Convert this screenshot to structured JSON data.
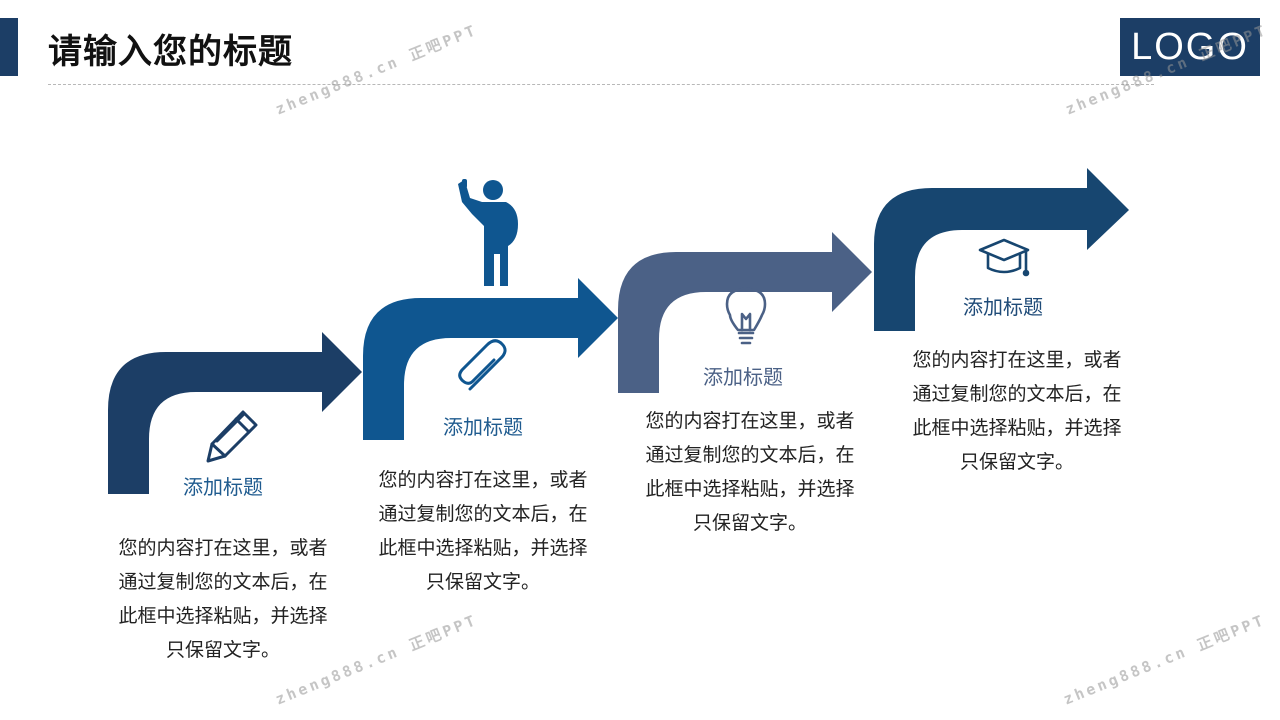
{
  "header": {
    "title": "请输入您的标题",
    "logo_text": "LOGO"
  },
  "colors": {
    "header_bar": "#1c3e66",
    "step1": "#1c3e66",
    "step2": "#0f5690",
    "step3": "#4b6186",
    "step4": "#174670",
    "heading_step1": "#1f5b8f",
    "heading_step2": "#1f5b8f",
    "heading_step3": "#4b6186",
    "heading_step4": "#1f4b78"
  },
  "steps": [
    {
      "icon": "pencil-icon",
      "heading": "添加标题",
      "lines": [
        "您的内容打在这里，或者",
        "通过复制您的文本后，在",
        "此框中选择粘贴，并选择",
        "只保留文字。"
      ]
    },
    {
      "icon": "paperclip-icon",
      "heading": "添加标题",
      "lines": [
        "您的内容打在这里，或者",
        "通过复制您的文本后，在",
        "此框中选择粘贴，并选择",
        "只保留文字。"
      ]
    },
    {
      "icon": "lightbulb-icon",
      "heading": "添加标题",
      "lines": [
        "您的内容打在这里，或者",
        "通过复制您的文本后，在",
        "此框中选择粘贴，并选择",
        "只保留文字。"
      ]
    },
    {
      "icon": "graduation-cap-icon",
      "heading": "添加标题",
      "lines": [
        "您的内容打在这里，或者",
        "通过复制您的文本后，在",
        "此框中选择粘贴，并选择",
        "只保留文字。"
      ]
    }
  ],
  "figure": {
    "icon": "person-figure-icon"
  },
  "watermarks": [
    "zheng888.cn 正吧PPT",
    "zheng888.cn 正吧PPT",
    "zheng888.cn 正吧PPT",
    "zheng888.cn 正吧PPT"
  ]
}
